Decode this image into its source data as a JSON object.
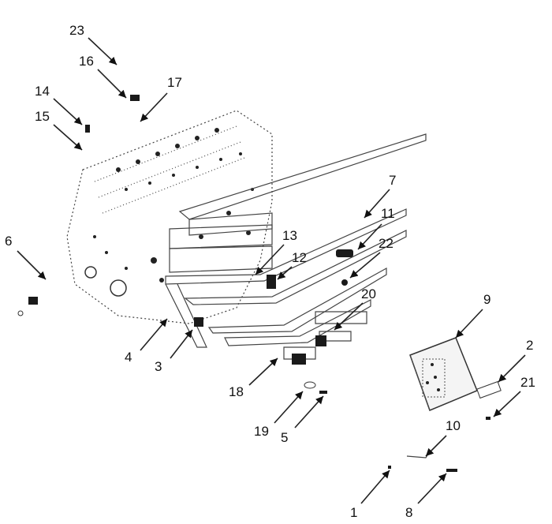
{
  "callouts": [
    {
      "id": "c23",
      "label": "23"
    },
    {
      "id": "c16",
      "label": "16"
    },
    {
      "id": "c17",
      "label": "17"
    },
    {
      "id": "c14",
      "label": "14"
    },
    {
      "id": "c15",
      "label": "15"
    },
    {
      "id": "c7",
      "label": "7"
    },
    {
      "id": "c11",
      "label": "11"
    },
    {
      "id": "c13",
      "label": "13"
    },
    {
      "id": "c12",
      "label": "12"
    },
    {
      "id": "c22",
      "label": "22"
    },
    {
      "id": "c6",
      "label": "6"
    },
    {
      "id": "c20",
      "label": "20"
    },
    {
      "id": "c9",
      "label": "9"
    },
    {
      "id": "c4",
      "label": "4"
    },
    {
      "id": "c3",
      "label": "3"
    },
    {
      "id": "c2",
      "label": "2"
    },
    {
      "id": "c18",
      "label": "18"
    },
    {
      "id": "c21",
      "label": "21"
    },
    {
      "id": "c19",
      "label": "19"
    },
    {
      "id": "c5",
      "label": "5"
    },
    {
      "id": "c10",
      "label": "10"
    },
    {
      "id": "c1",
      "label": "1"
    },
    {
      "id": "c8",
      "label": "8"
    }
  ]
}
